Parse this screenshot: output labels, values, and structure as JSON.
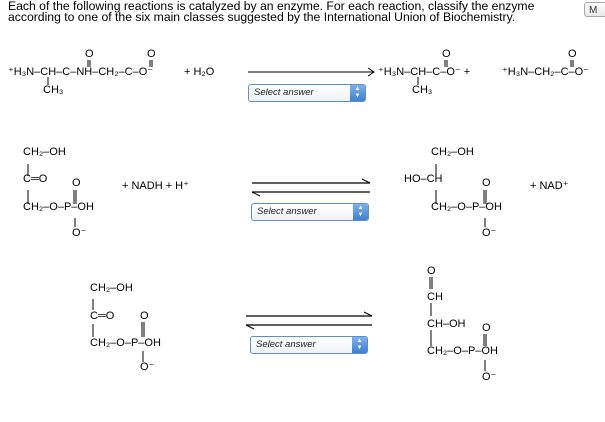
{
  "question": "Each of the following reactions is catalyzed by an enzyme. For each reaction, classify the enzyme according to one of the six main classes suggested by the International Union of Biochemistry.",
  "corner_button": "M",
  "select_placeholder": "Select answer",
  "r1": {
    "o1": "O",
    "o2": "O",
    "o3": "O",
    "o4": "O",
    "left": "⁺H₃N–CH–C–NH–CH₂–C–O⁻",
    "ch3a": "CH₃",
    "water": "+  H₂O",
    "p1": "⁺H₃N–CH–C–O⁻  +",
    "p2": "⁺H₃N–CH₂–C–O⁻",
    "ch3b": "CH₃"
  },
  "r2": {
    "a1": "CH₂–OH",
    "a2": "C═O",
    "a3": "CH₂–O–P–OH",
    "ao": "O",
    "am": "O⁻",
    "mid": "+   NADH   +   H⁺",
    "b1": "CH₂–OH",
    "b2": "HO–CH",
    "b3": "CH₂–O–P–OH",
    "bo": "O",
    "bm": "O⁻",
    "nad": "+   NAD⁺"
  },
  "r3": {
    "a1": "CH₂–OH",
    "a2": "C═O",
    "a3": "CH₂–O–P–OH",
    "ao": "O",
    "am": "O⁻",
    "b0": "O",
    "b1": "CH",
    "b2": "CH–OH",
    "b3": "CH₂–O–P–OH",
    "bo": "O",
    "bm": "O⁻"
  }
}
